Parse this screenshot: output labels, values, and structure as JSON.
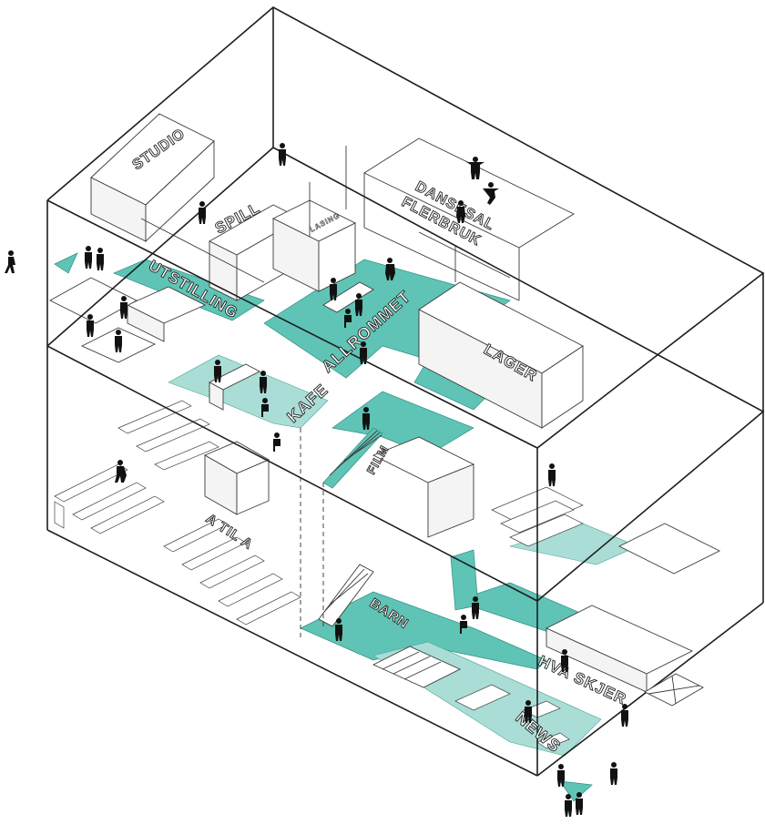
{
  "labels": {
    "studio": "STUDIO",
    "spill": "SPILL",
    "lasing": "LASING",
    "dansesal": "DANSESAL",
    "flerbruk": "FLERBRUK",
    "utstilling": "UTSTILLING",
    "allrommet": "ALLROMMET",
    "lager": "LAGER",
    "kafe": "KAFE",
    "film": "FILM",
    "a_til_a": "A TIL A",
    "barn": "BARN",
    "hva_skjer": "HVA SKJER",
    "news": "NEWS"
  },
  "colors": {
    "accent": "#5fc4b5",
    "accent_light": "#a9ddd6",
    "line": "#1e1e1e",
    "figure": "#111111"
  }
}
